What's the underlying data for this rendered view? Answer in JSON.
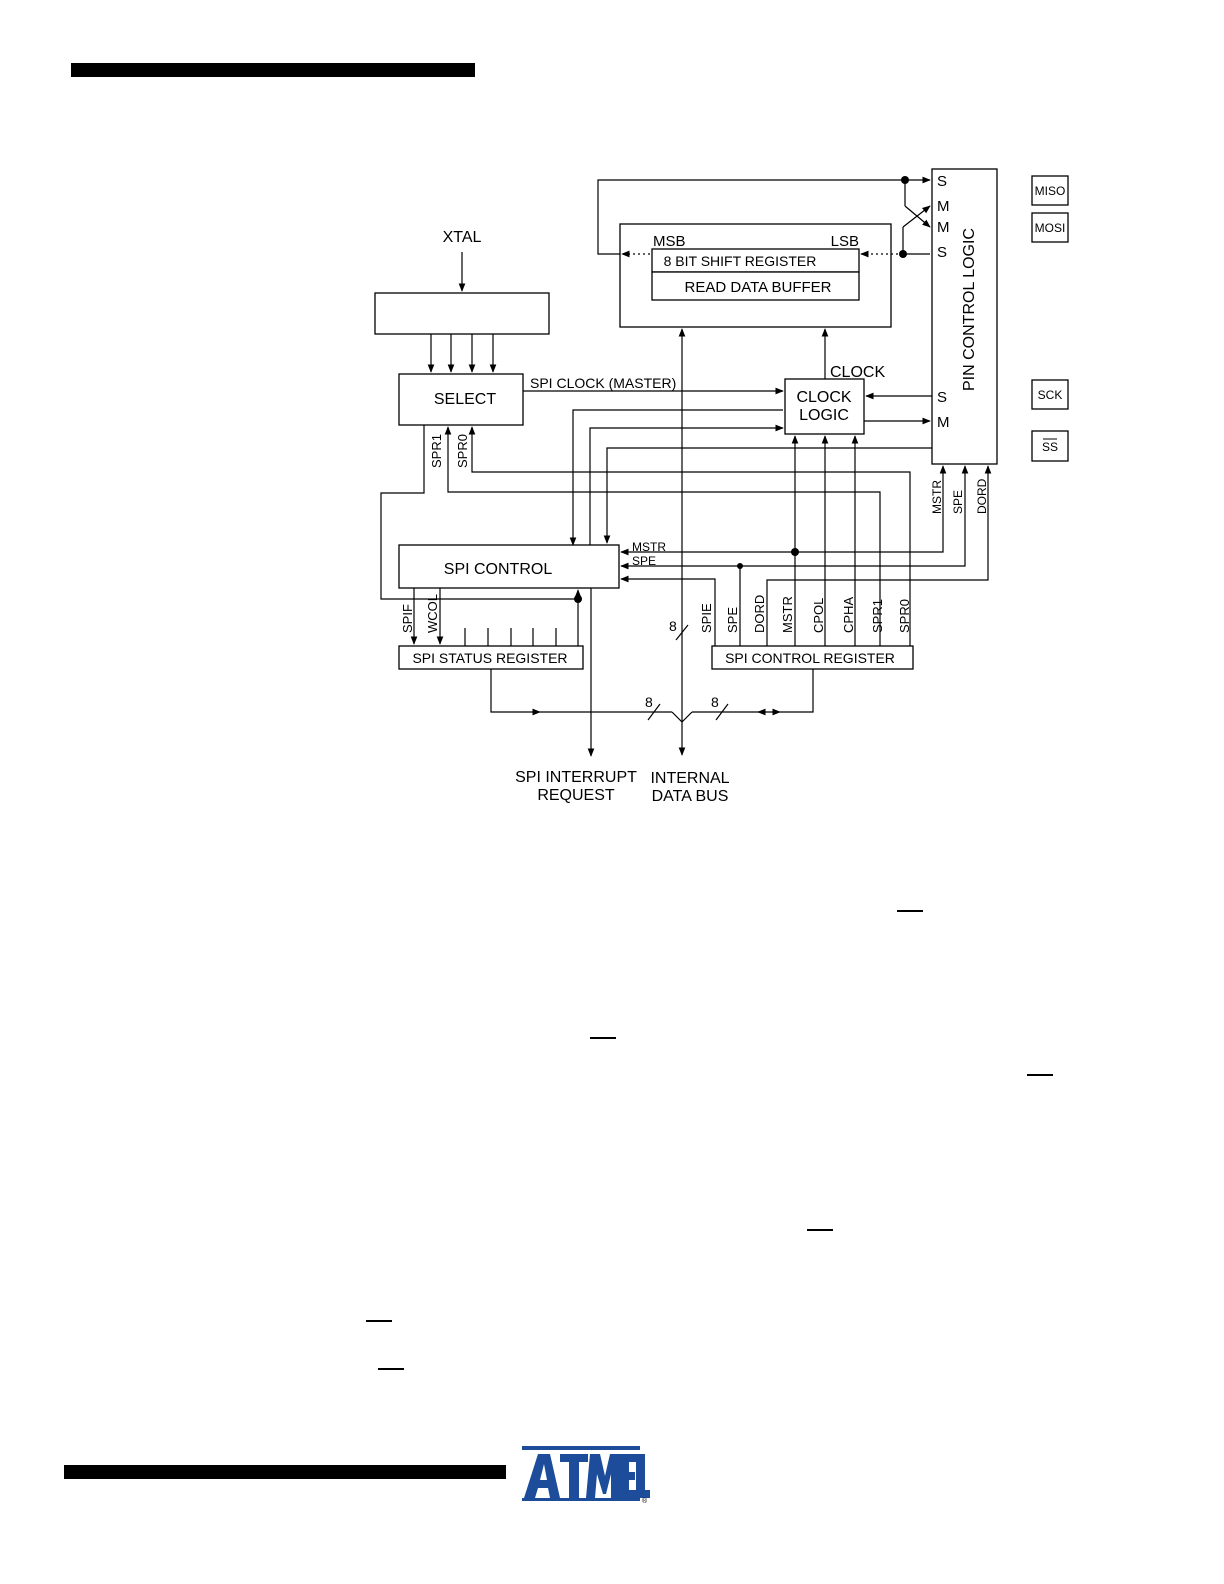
{
  "brand": {
    "name": "ATMEL",
    "color": "#1c4c9a"
  },
  "diagram": {
    "xtal": "XTAL",
    "select": "SELECT",
    "spi_clock_master": "SPI CLOCK (MASTER)",
    "msb": "MSB",
    "lsb": "LSB",
    "shift_register": "8 BIT SHIFT REGISTER",
    "read_data_buffer": "READ DATA BUFFER",
    "clock": "CLOCK",
    "clock_logic_line1": "CLOCK",
    "clock_logic_line2": "LOGIC",
    "pin_control_logic": "PIN CONTROL LOGIC",
    "pin_s": "S",
    "pin_m": "M",
    "miso": "MISO",
    "mosi": "MOSI",
    "sck": "SCK",
    "ss": "SS",
    "spr1": "SPR1",
    "spr0": "SPR0",
    "mstr": "MSTR",
    "spe": "SPE",
    "dord": "DORD",
    "spi_control": "SPI CONTROL",
    "spif": "SPIF",
    "wcol": "WCOL",
    "spie": "SPIE",
    "cpol": "CPOL",
    "cpha": "CPHA",
    "spi_status_register": "SPI STATUS REGISTER",
    "spi_control_register": "SPI CONTROL REGISTER",
    "bus_width": "8",
    "spi_interrupt_line1": "SPI INTERRUPT",
    "spi_interrupt_line2": "REQUEST",
    "internal_bus_line1": "INTERNAL",
    "internal_bus_line2": "DATA BUS"
  }
}
